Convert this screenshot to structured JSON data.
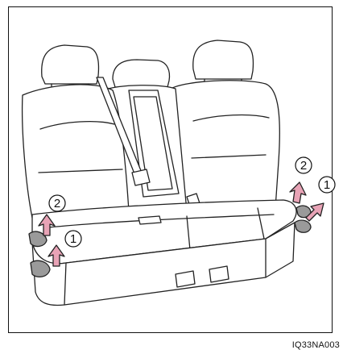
{
  "figure": {
    "image_code": "IQ33NA003",
    "markers": {
      "left_lower": "1",
      "left_upper": "2",
      "right_lower": "1",
      "right_upper": "2"
    },
    "colors": {
      "line": "#222222",
      "seat_fill": "#ffffff",
      "arrow_fill": "#e8a3b6",
      "lever_fill": "#9a9a9a"
    }
  }
}
